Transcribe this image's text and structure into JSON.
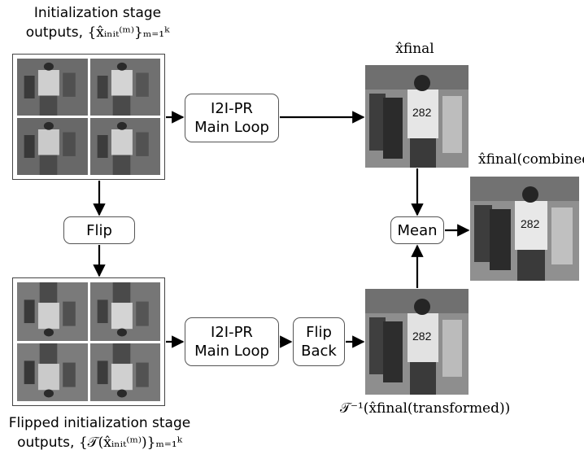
{
  "top_caption": {
    "line1": "Initialization stage",
    "line2_text": "outputs,",
    "line2_math": "{x̂ᵢₙᵢₜ⁽ᵐ⁾}ₘ₌₁ᵏ"
  },
  "bottom_caption": {
    "line1": "Flipped initialization stage",
    "line2_text": "outputs,",
    "line2_math": "{𝒯(x̂ᵢₙᵢₜ⁽ᵐ⁾)}ₘ₌₁ᵏ"
  },
  "boxes": {
    "top_main_loop": "I2I-PR\nMain Loop",
    "flip": "Flip",
    "bottom_main_loop": "I2I-PR\nMain Loop",
    "flip_back": "Flip\nBack",
    "mean": "Mean"
  },
  "labels": {
    "final": "x̂final",
    "combined": "x̂final(combined)",
    "transformed": "𝒯⁻¹(x̂final(transformed))"
  },
  "photo_text": {
    "bib_top": "282",
    "bib_bottom": "282",
    "bib_combined": "282"
  },
  "icons": [
    "arrow-right",
    "arrow-down",
    "arrow-up"
  ]
}
